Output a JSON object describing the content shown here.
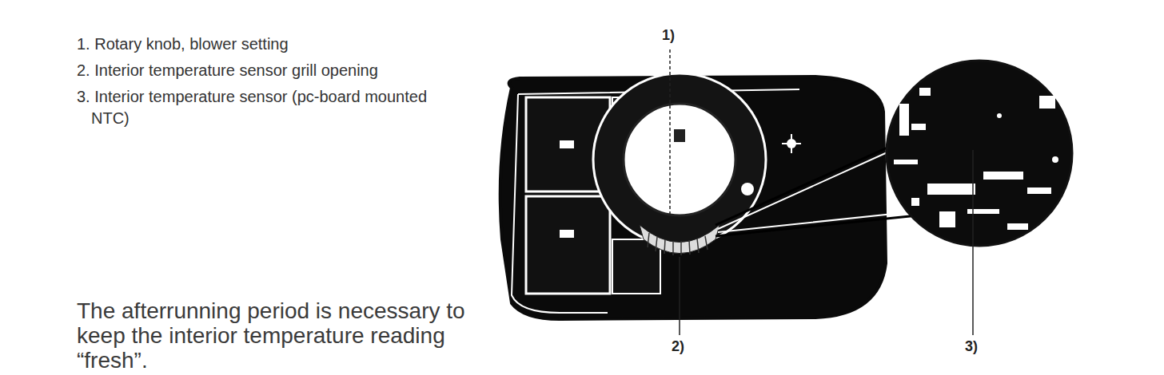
{
  "diagram": {
    "labels": [
      "1. Rotary knob, blower setting",
      "2. Interior temperature sensor grill opening",
      "3. Interior temperature sensor (pc-board mounted NTC)",
      "The afterrunning period is necessary to keep the interior temperature reading “fresh”.",
      "1)",
      "2)",
      "3)"
    ]
  }
}
